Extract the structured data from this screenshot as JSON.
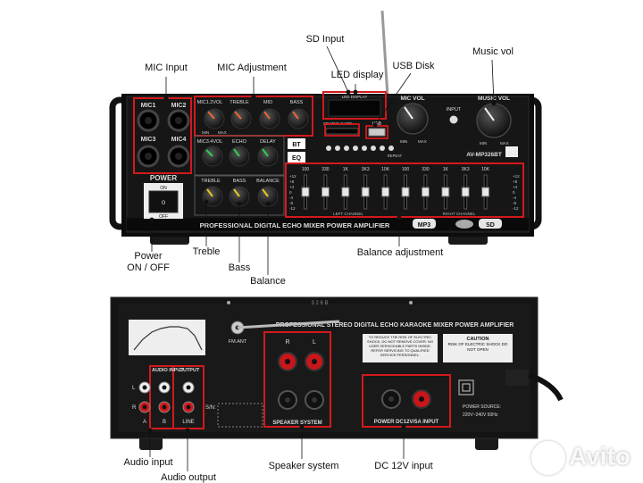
{
  "callouts": {
    "sd_input": "SD Input",
    "mic_input": "MIC Input",
    "mic_adjustment": "MIC Adjustment",
    "led_display": "LED display",
    "usb_disk": "USB Disk",
    "music_vol": "Music vol",
    "power_on_off": "Power\nON / OFF",
    "treble": "Treble",
    "bass": "Bass",
    "balance": "Balance",
    "balance_adjustment": "Balance adjustment",
    "audio_input": "Audio input",
    "audio_output": "Audio output",
    "speaker_system": "Speaker system",
    "dc_12v_input": "DC 12V input"
  },
  "front_panel": {
    "mic_labels": [
      "MIC1",
      "MIC2",
      "MIC3",
      "MIC4"
    ],
    "power_label": "POWER",
    "on_label": "ON",
    "off_label": "OFF",
    "knob_row1": [
      "MIC1.2VOL",
      "TREBLE",
      "MID",
      "BASS"
    ],
    "knob_row2": [
      "MIC3.4VOL",
      "ECHO",
      "DELAY"
    ],
    "knob_row3": [
      "TREBLE",
      "BASS",
      "BALANCE"
    ],
    "min_label": "MIN",
    "max_label": "MAX",
    "led_display": "LED DISPLAY",
    "sd_label": "SD MMC CARD",
    "usb_label": "USB",
    "mic_vol": "MIC VOL",
    "music_vol": "MUSIC VOL",
    "input_label": "INPUT",
    "model": "AV-MP326BT",
    "eq_freqs": [
      "100",
      "330",
      "1K",
      "3K3",
      "10K",
      "100",
      "330",
      "1K",
      "3K3",
      "10K"
    ],
    "eq_scale": [
      "+12",
      "+8",
      "+4",
      "0",
      "-4",
      "-8",
      "-12"
    ],
    "left_channel": "LEFT CHANNEL",
    "right_channel": "RIGHT CHANNEL",
    "bottom_text": "PROFESSIONAL DIGITAL ECHO MIXER POWER AMPLIFIER",
    "repeat": "REPEAT",
    "bt_label": "BT",
    "eq_label": "EQ",
    "mp3_badge": "MP3",
    "sd_badge": "SD"
  },
  "back_panel": {
    "title": "PROFESSIONAL STEREO DIGITAL ECHO KARAOKE MIXER POWER AMPLIFIER",
    "serial": "3 2 6 B",
    "fm_ant": "FM.ANT",
    "audio_input": "AUDIO INPUT",
    "output": "OUTPUT",
    "line": "LINE",
    "l": "L",
    "r": "R",
    "a": "A",
    "b": "B",
    "sn": "S/N:",
    "speaker_system": "SPEAKER SYSTEM",
    "power_dc": "POWER DC12V/5A INPUT",
    "warning_text": "TO REDUCE THE RISK OF ELECTRIC SHOCK, DO NOT REMOVE COVER. NO USER SERVICEABLE PARTS INSIDE. REFER SERVICING TO QUALIFIED SERVICE PERSONNEL.",
    "caution_title": "CAUTION",
    "caution_text": "RISK OF ELECTRIC SHOCK DO NOT OPEN",
    "power_source": "POWER SOURCE:",
    "power_source_value": "220V~240V  50Hz"
  },
  "watermark": "Avito"
}
